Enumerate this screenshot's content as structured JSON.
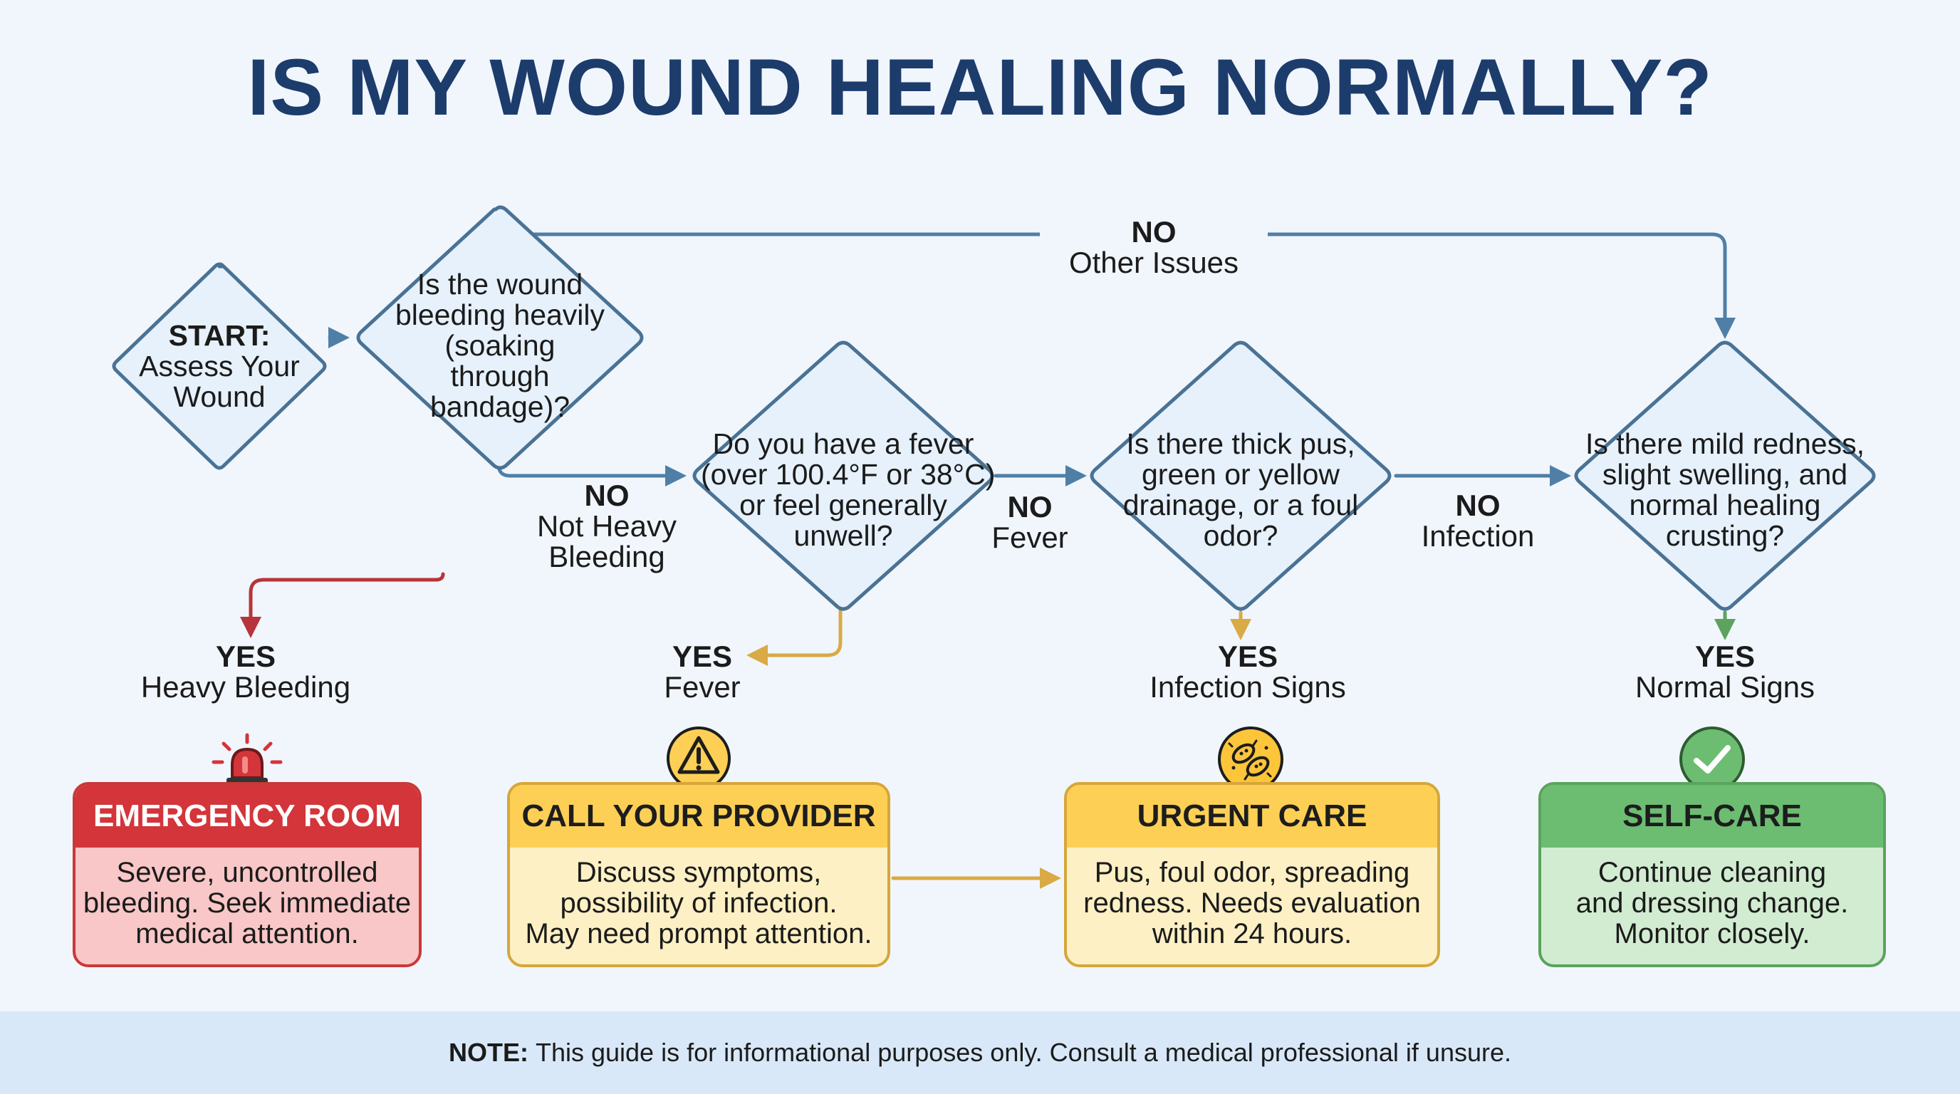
{
  "title": "IS MY WOUND HEALING NORMALLY?",
  "nodes": {
    "start": {
      "bold": "START:",
      "lines": [
        "Assess Your",
        "Wound"
      ]
    },
    "bleeding": {
      "lines": [
        "Is the wound",
        "bleeding heavily",
        "(soaking",
        "through",
        "bandage)?"
      ]
    },
    "fever": {
      "lines": [
        "Do you have a fever",
        "(over 100.4°F or 38°C)",
        "or feel generally",
        "unwell?"
      ]
    },
    "infection": {
      "lines": [
        "Is there thick pus,",
        "green or yellow",
        "drainage, or a foul",
        "odor?"
      ]
    },
    "normal": {
      "lines": [
        "Is there mild redness,",
        "slight swelling, and",
        "normal healing",
        "crusting?"
      ]
    }
  },
  "edge_labels": {
    "no_other": {
      "big": "NO",
      "sub": "Other Issues"
    },
    "no_bleeding": {
      "big": "NO",
      "sub": [
        "Not Heavy",
        "Bleeding"
      ]
    },
    "no_fever": {
      "big": "NO",
      "sub": "Fever"
    },
    "no_infection": {
      "big": "NO",
      "sub": "Infection"
    },
    "yes_bleeding": {
      "big": "YES",
      "sub": "Heavy Bleeding"
    },
    "yes_fever": {
      "big": "YES",
      "sub": "Fever"
    },
    "yes_infection": {
      "big": "YES",
      "sub": "Infection Signs"
    },
    "yes_normal": {
      "big": "YES",
      "sub": "Normal Signs"
    }
  },
  "outcomes": {
    "er": {
      "header": "EMERGENCY ROOM",
      "lines": [
        "Severe, uncontrolled",
        "bleeding. Seek immediate",
        "medical attention."
      ],
      "icon": "siren-icon"
    },
    "call": {
      "header": "CALL YOUR PROVIDER",
      "lines": [
        "Discuss symptoms,",
        "possibility of infection.",
        "May need prompt attention."
      ],
      "icon": "warning-icon"
    },
    "urgent": {
      "header": "URGENT CARE",
      "lines": [
        "Pus, foul odor, spreading",
        "redness. Needs evaluation",
        "within 24 hours."
      ],
      "icon": "bacteria-icon"
    },
    "self": {
      "header": "SELF-CARE",
      "lines": [
        "Continue cleaning",
        "and dressing change.",
        "Monitor closely."
      ],
      "icon": "check-icon"
    }
  },
  "footer": {
    "note_label": "NOTE:",
    "note_text": "This guide is for informational purposes only. Consult a medical professional if unsure."
  },
  "colors": {
    "title": "#1c3c6c",
    "connector": "#4f7fa6",
    "diamond_fill": "#e6f1fb",
    "diamond_stroke": "#4a7294",
    "emergency": "#d3353a",
    "caution": "#fdd055",
    "caution_line": "#d9aa45",
    "success": "#6cbd72"
  }
}
